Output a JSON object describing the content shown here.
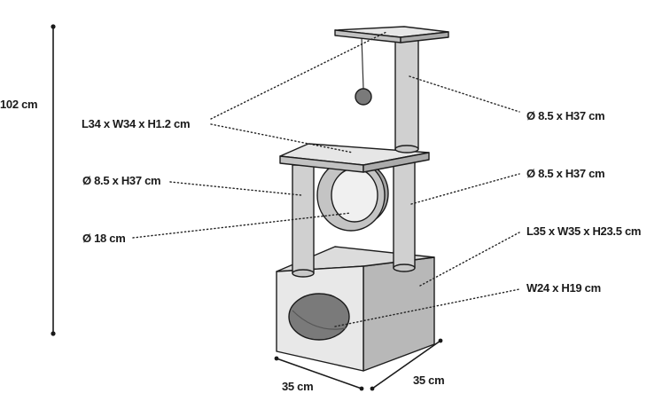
{
  "dimensions": {
    "total_height": "102 cm",
    "top_platform": "L34 x W34 x H1.2 cm",
    "top_post": "Ø 8.5 x H37 cm",
    "left_post": "Ø 8.5 x H37 cm",
    "right_post": "Ø 8.5 x H37 cm",
    "tunnel": "Ø 18 cm",
    "base_box": "L35 x W35 x H23.5 cm",
    "entrance": "W24 x H19 cm",
    "base_width": "35 cm",
    "base_depth": "35 cm"
  },
  "colors": {
    "light_surface": "#e8e8e8",
    "mid_surface": "#d0d0d0",
    "dark_surface": "#9a9a9a",
    "shadow": "#6e6e6e",
    "outline": "#1c1c1c"
  }
}
